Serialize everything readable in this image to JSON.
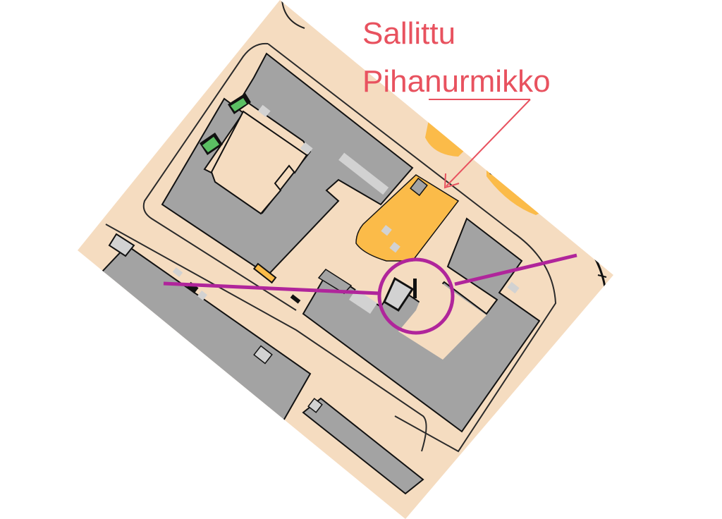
{
  "annotation": {
    "line1": "Sallittu",
    "line2": "Pihanurmikko",
    "color": "#e8525f"
  },
  "colors": {
    "open_land": "#f5dcc0",
    "building": "#a3a3a3",
    "canopy": "#d2d2d2",
    "paved_yellow": "#fbbb49",
    "green": "#5bbf63",
    "outline": "#111111",
    "course": "#b0259b"
  },
  "symbols": [
    "building",
    "canopy",
    "rough-open-land",
    "control-circle",
    "course-line",
    "cliff-edge"
  ]
}
